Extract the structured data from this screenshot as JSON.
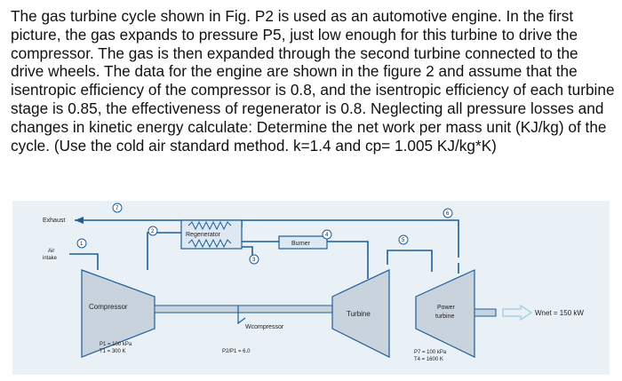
{
  "problem_text": "The gas turbine cycle shown in Fig. P2 is used as an automotive engine. In the first picture, the gas expands to pressure P5, just low enough for this turbine to drive the compressor. The gas is then expanded through the second turbine connected to the drive wheels. The data for the engine are shown in the figure 2 and assume that the isentropic efficiency of the compressor is 0.8, and the isentropic efficiency of each turbine stage is 0.85, the effectiveness of regenerator is 0.8. Neglecting all pressure losses and changes in kinetic energy calculate: Determine the net work per mass unit (KJ/kg) of the cycle. (Use the cold air standard method. k=1.4 and cp= 1.005 KJ/kg*K)",
  "diagram": {
    "exhaust": "Exhaust",
    "air_intake_line1": "Air",
    "air_intake_line2": "intake",
    "regenerator": "Regenerator",
    "burner": "Burner",
    "compressor": "Compressor",
    "turbine": "Turbine",
    "power_turbine_line1": "Power",
    "power_turbine_line2": "turbine",
    "w_compressor": "Wcompressor",
    "w_net": "Wnet = 150 kW",
    "inlet_p": "P1 = 100 kPa",
    "inlet_t": "T1 = 300 K",
    "pressure_ratio": "P2/P1 = 6.0",
    "exit_p": "P7 = 100 kPa",
    "exit_t": "T4 = 1600 K",
    "states": [
      "1",
      "2",
      "3",
      "4",
      "5",
      "6",
      "7"
    ]
  }
}
